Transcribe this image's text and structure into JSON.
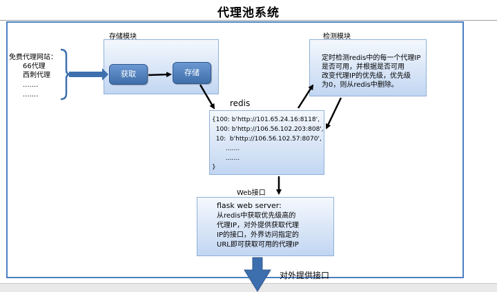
{
  "title": "代理池系统",
  "sources": {
    "heading": "免费代理网站：",
    "items": [
      "66代理",
      "西刺代理",
      ".......",
      "......."
    ]
  },
  "storage": {
    "label": "存储模块",
    "fetch_btn": "获取",
    "store_btn": "存储"
  },
  "detect": {
    "label": "检测模块",
    "lines": [
      "定时检测redis中的每一个代理IP",
      "是否可用，并根据是否可用",
      "改变代理IP的优先级，优先级",
      "为0，则从redis中删除。"
    ]
  },
  "redis": {
    "label": "redis",
    "lines": [
      "{100: b'http://101.65.24.16:8118',",
      "  100: b'http://106.56.102.203:808',",
      "  10:  b'http://106.56.102.57:8070',",
      "       .......",
      "       .......",
      "}"
    ]
  },
  "web": {
    "label": "Web接口",
    "heading": "flask web server:",
    "lines": [
      "从redis中获取优先级高的",
      "代理IP，对外提供获取代理",
      "IP的接口，外界访问指定的",
      "URL即可获取可用的代理IP"
    ]
  },
  "output_label": "对外提供接口",
  "colors": {
    "frame": "#4a7fc1",
    "button": "#4f7fbf",
    "arrow_blue": "#3d6fae"
  }
}
